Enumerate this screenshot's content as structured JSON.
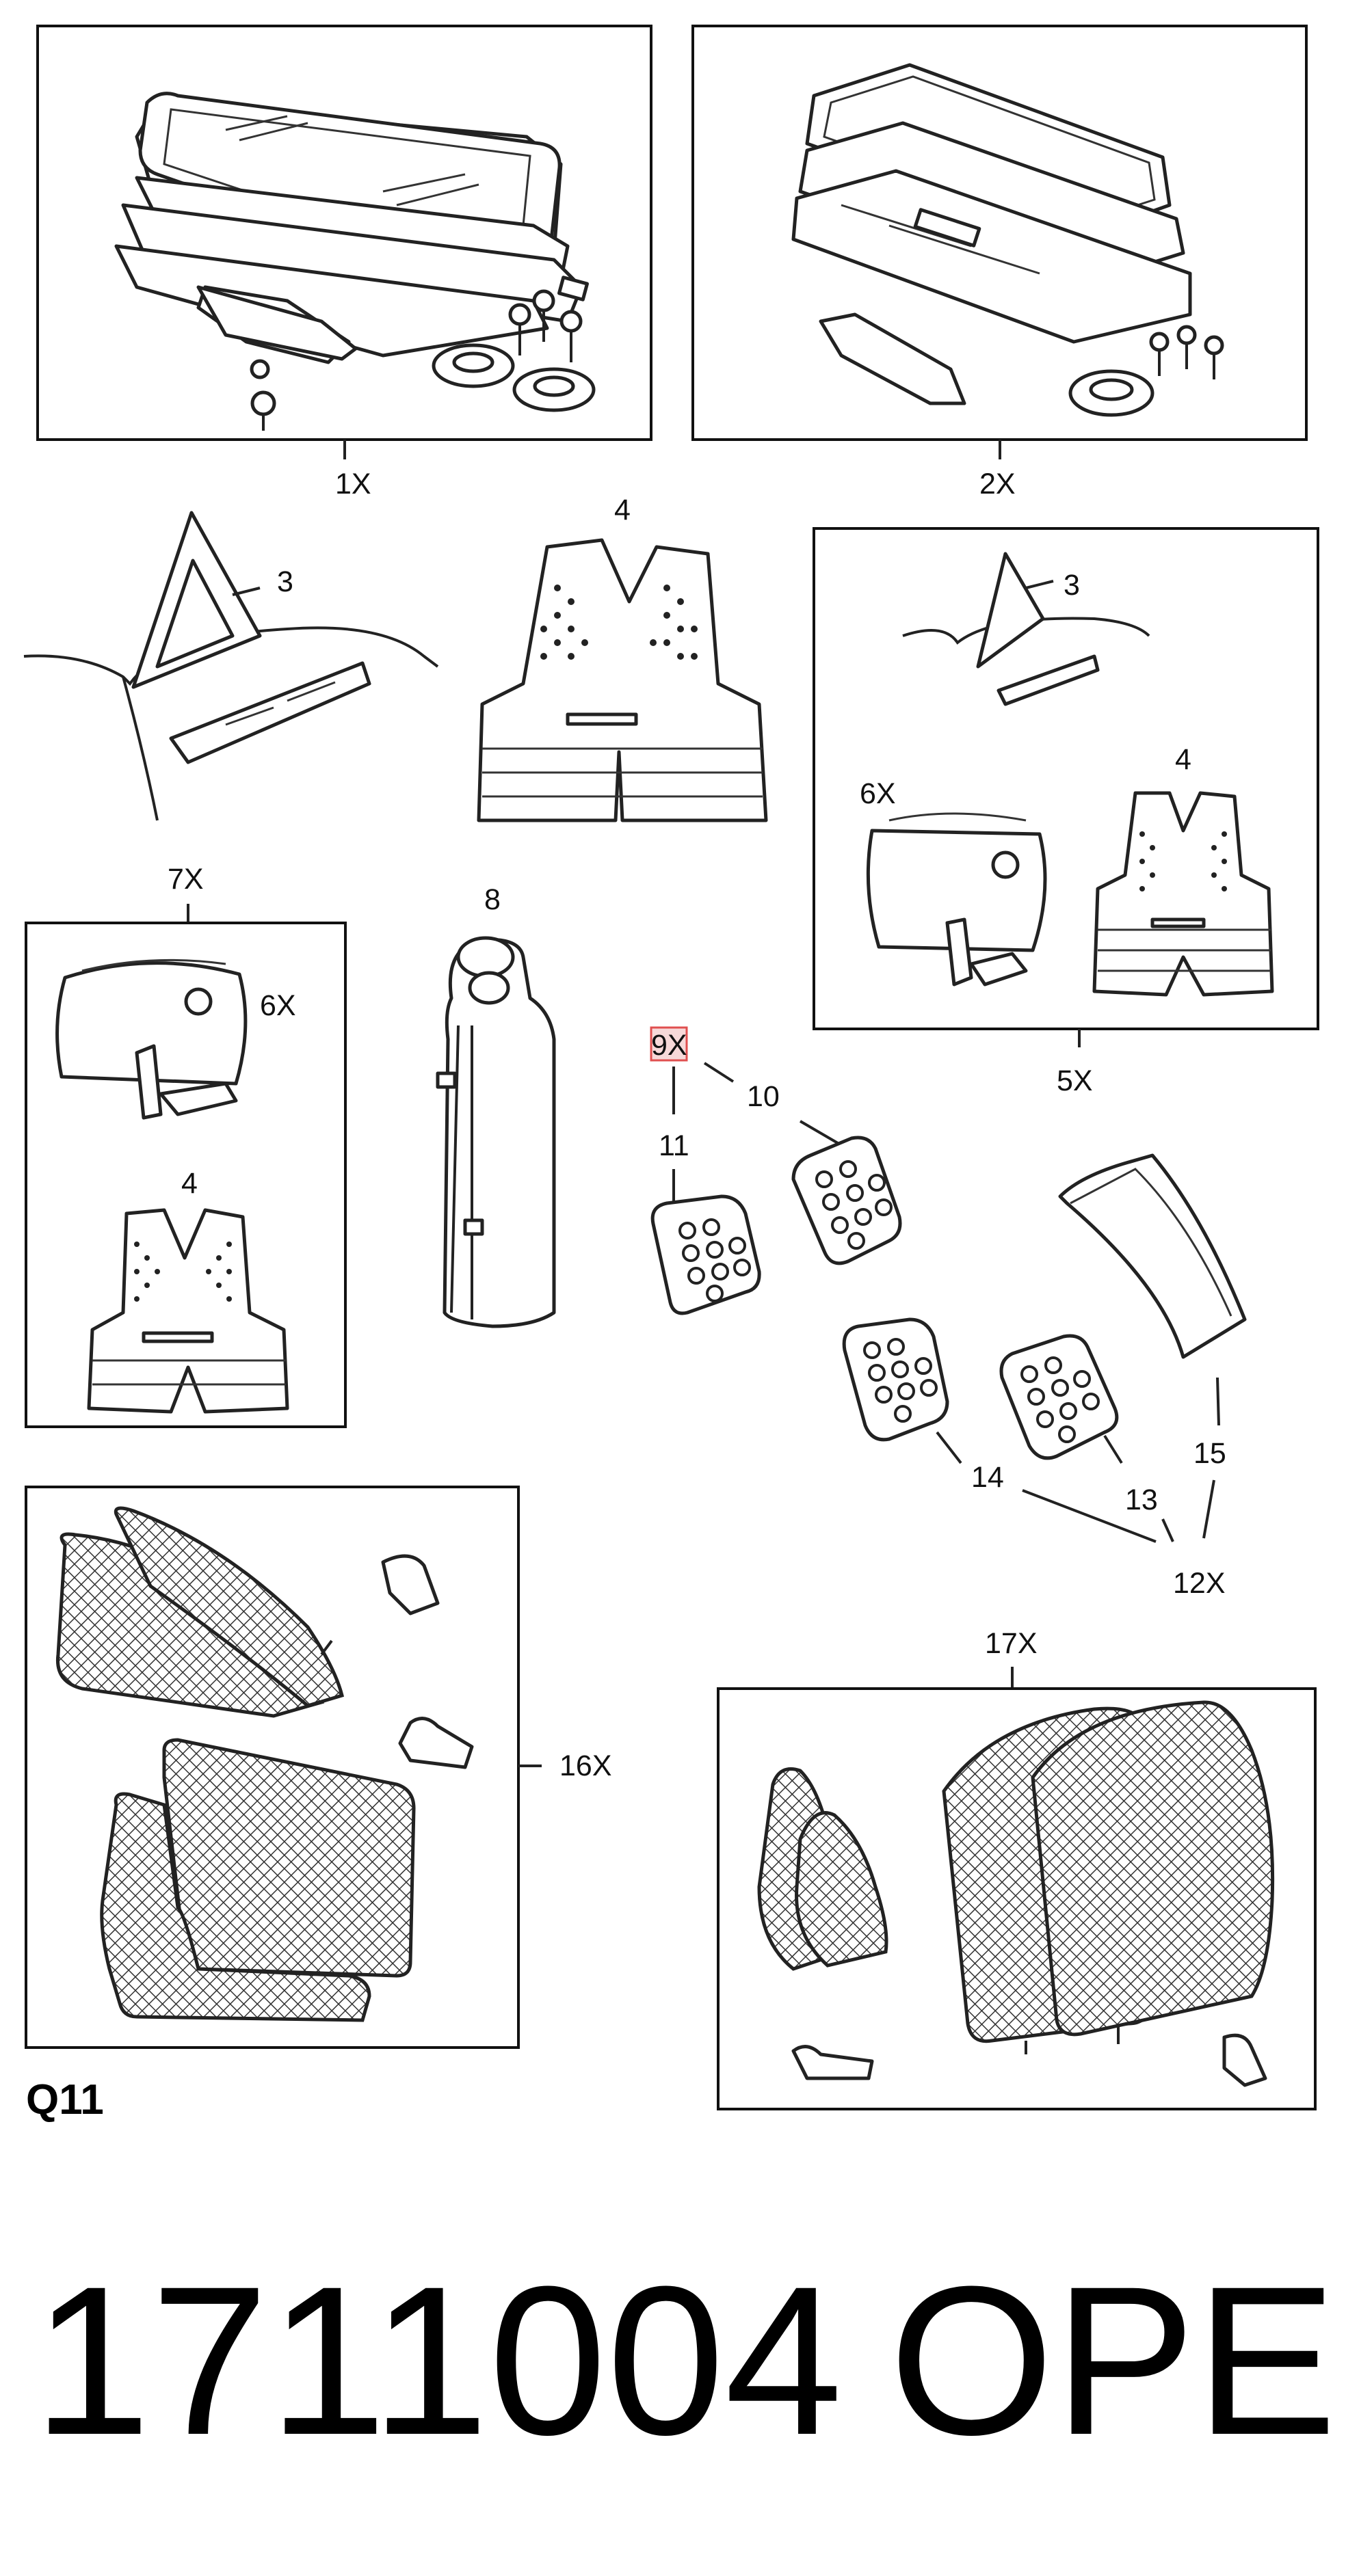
{
  "labels": {
    "1x": "1X",
    "2x": "2X",
    "3a": "3",
    "3b": "3",
    "4a": "4",
    "4b": "4",
    "4c": "4",
    "5x": "5X",
    "6xa": "6X",
    "6xb": "6X",
    "7x": "7X",
    "8": "8",
    "9x": "9X",
    "10": "10",
    "11": "11",
    "12x": "12X",
    "13": "13",
    "14": "14",
    "15": "15",
    "16x": "16X",
    "17x": "17X"
  },
  "footer": {
    "section": "Q11",
    "part_number": "1711004",
    "brand": "OPEL"
  },
  "colors": {
    "highlight": "#e05050",
    "ink": "#111111"
  }
}
